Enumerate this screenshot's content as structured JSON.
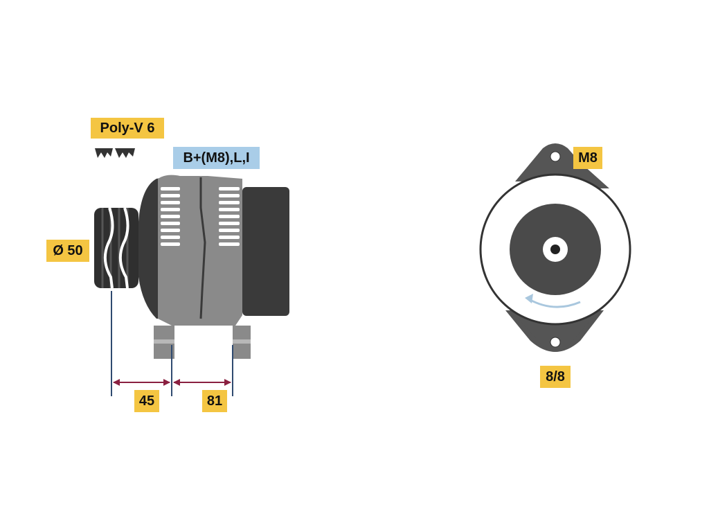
{
  "labels": {
    "belt": "Poly-V 6",
    "connections": "B+(M8),L,I",
    "pulley_diameter": "Ø 50",
    "dim_1": "45",
    "dim_2": "81",
    "mount_top": "M8",
    "mount_bottom": "8/8"
  },
  "colors": {
    "tag_yellow": "#f4c542",
    "tag_blue": "#a9cde8",
    "body_dark": "#3a3a3a",
    "body_mid": "#8a8a8a",
    "body_light": "#b8b8b8",
    "dimension_line": "#2f4a70",
    "arrow_red": "#8a2040",
    "rotation_arrow": "#a9c7de"
  },
  "icons": [
    "poly-v-groove-icon",
    "rotation-arrow-icon"
  ]
}
